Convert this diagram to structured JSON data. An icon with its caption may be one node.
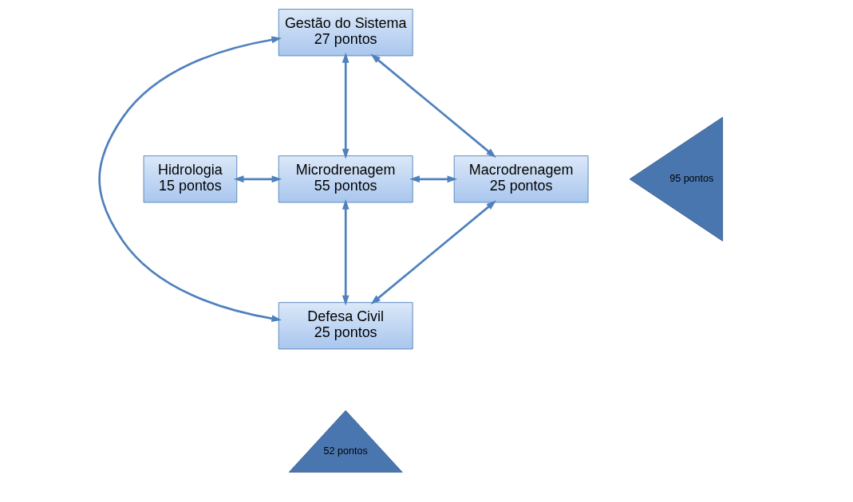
{
  "diagram": {
    "nodes": [
      {
        "text": [
          "Gestão do Sistema",
          "27 pontos"
        ]
      },
      {
        "text": [
          "Hidrologia",
          "15 pontos"
        ]
      },
      {
        "text": [
          "Microdrenagem",
          "55 pontos"
        ]
      },
      {
        "text": [
          "Macrodrenagem",
          "25 pontos"
        ]
      },
      {
        "text": [
          "95 pontos"
        ]
      },
      {
        "text": [
          "Defesa Civil",
          "25 pontos"
        ]
      },
      {
        "text": [
          "52 pontos"
        ]
      }
    ],
    "edges": [
      {
        "from": 0,
        "to": 2,
        "arrow": "both"
      },
      {
        "from": 0,
        "to": 3,
        "arrow": "both"
      },
      {
        "from": 1,
        "to": 2,
        "arrow": "both"
      },
      {
        "from": 2,
        "to": 3,
        "arrow": "both"
      },
      {
        "from": 0,
        "to": 5,
        "arrow": "both"
      },
      {
        "from": 2,
        "to": 5,
        "arrow": "both"
      },
      {
        "from": 3,
        "to": 5,
        "arrow": "both"
      }
    ]
  }
}
